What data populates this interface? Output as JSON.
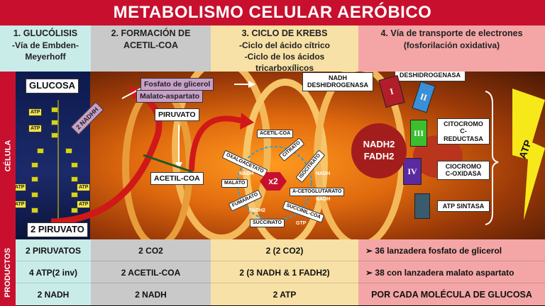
{
  "title": "METABOLISMO CELULAR AERÓBICO",
  "sections": [
    {
      "heading": "1.  GLUCÓLISIS",
      "sub": "-Vía de Embden-Meyerhoff"
    },
    {
      "heading": "2. FORMACIÓN DE ACETIL-COA",
      "sub": ""
    },
    {
      "heading": "3. CICLO DE KREBS",
      "sub_lines": [
        "-Ciclo del ácido cítrico",
        "-Ciclo de los ácidos tricarboxílicos"
      ]
    },
    {
      "heading": "4. Vía de transporte de electrones",
      "sub": "(fosforilación oxidativa)"
    }
  ],
  "side_labels": {
    "cell": "CÉLULA",
    "products": "PRODUCTOS"
  },
  "diagram": {
    "glucosa": "GLUCOSA",
    "piruvato_2": "2 PIRUVATO",
    "nadh_2": "2 NADHH",
    "fosfato_glicerol": "Fosfato de glicerol",
    "malato_aspartato": "Malato-aspartato",
    "piruvato": "PIRUVATO",
    "acetil_coa": "ACETIL-COA",
    "atp_chip": "ATP",
    "nadh_dh": "NADH\nDESHIDROGENASA",
    "succinato_dh": "SUCCINATO\nDESHIDROGENASA",
    "citocromo_c_red": "CITOCROMO\nC-REDUCTASA",
    "citocromo_c_ox": "CIOCROMO\nC-OXIDASA",
    "atp_sintasa": "ATP SINTASA",
    "complex_numerals": [
      "I",
      "II",
      "III",
      "IV"
    ],
    "nadh2": "NADH2",
    "fadh2": "FADH2",
    "atp_bolt": "ATP",
    "x2": "x2",
    "krebs": {
      "acetil_coa": "ACETIL-COA",
      "citrato": "CITRATO",
      "isocitrato": "ISOCITRATO",
      "oxaloacetato": "OXALOACETATO",
      "malato": "MALATO",
      "fumarato": "FUMARATO",
      "a_cetoglutarato": "A-CETOGLUTARATO",
      "succinil_coa": "SUCCINIL-COA",
      "succinato": "SUCCINATO",
      "nadh": "NADH",
      "fadh": "FADH2",
      "gtp": "GTP"
    }
  },
  "products": [
    [
      "2 PIRUVATOS",
      "2 CO2",
      "2 (2 CO2)",
      "36 lanzadera fosfato de glicerol"
    ],
    [
      "4 ATP(2 inv)",
      "2 ACETIL-COA",
      "2 (3 NADH  &  1 FADH2)",
      "38 con lanzadera malato aspartato"
    ],
    [
      "2 NADH",
      "2 NADH",
      "2 ATP",
      "POR CADA MOLÉCULA DE GLUCOSA"
    ]
  ],
  "colors": {
    "title_red": "#c8102e",
    "bolt_yellow": "#f7e81a",
    "arrow_red": "#d01818"
  }
}
